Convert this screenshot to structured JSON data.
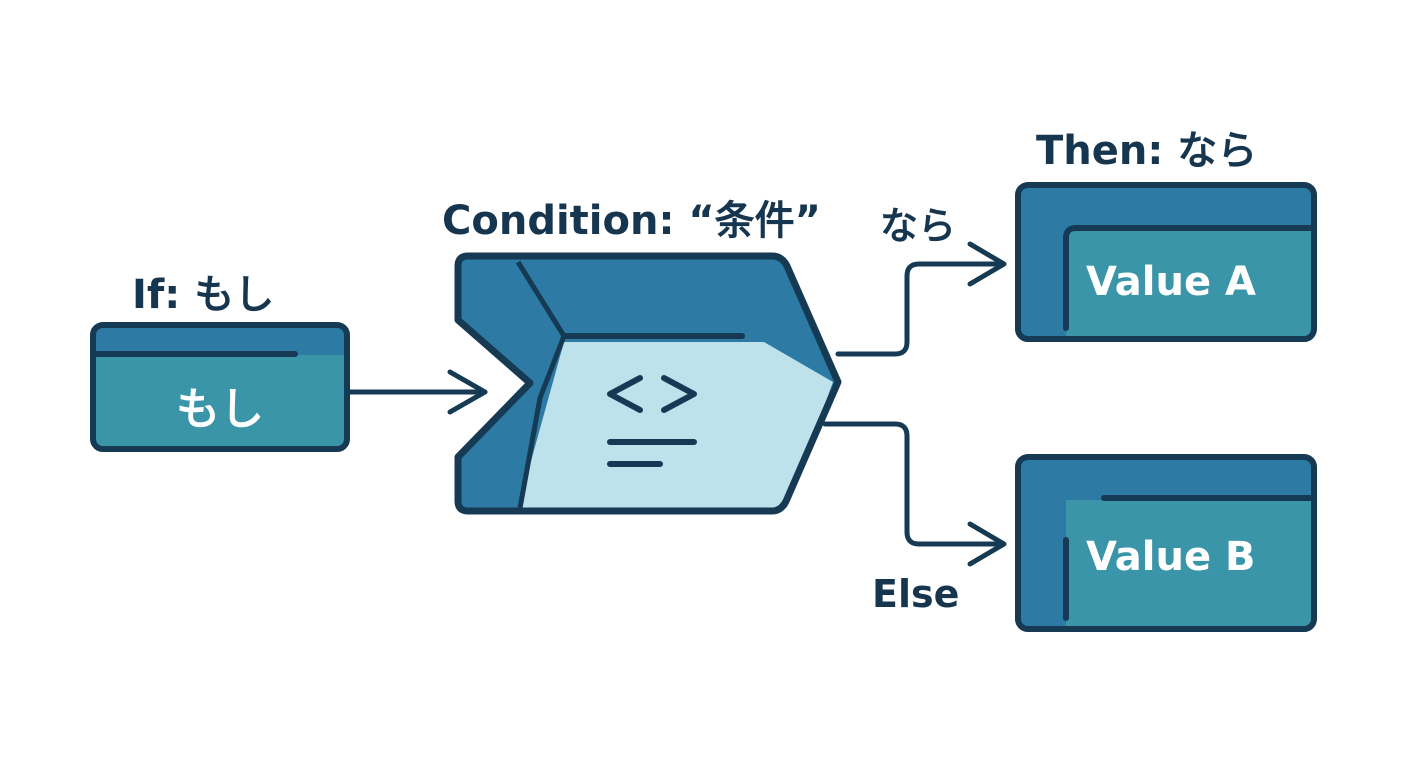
{
  "labels": {
    "if_title": "If: もし",
    "condition_title": "Condition: “条件”",
    "then_title": "Then: なら",
    "nara_branch": "なら",
    "else_branch": "Else"
  },
  "boxes": {
    "if_box": "もし",
    "condition_code_icon": "<>",
    "value_a": "Value A",
    "value_b": "Value B"
  },
  "colors": {
    "outline": "#163a54",
    "dark_blue": "#2d7aa5",
    "teal": "#3a95a8",
    "light_blue": "#bde2ec",
    "text_dark": "#16354f",
    "text_light": "#ffffff"
  }
}
